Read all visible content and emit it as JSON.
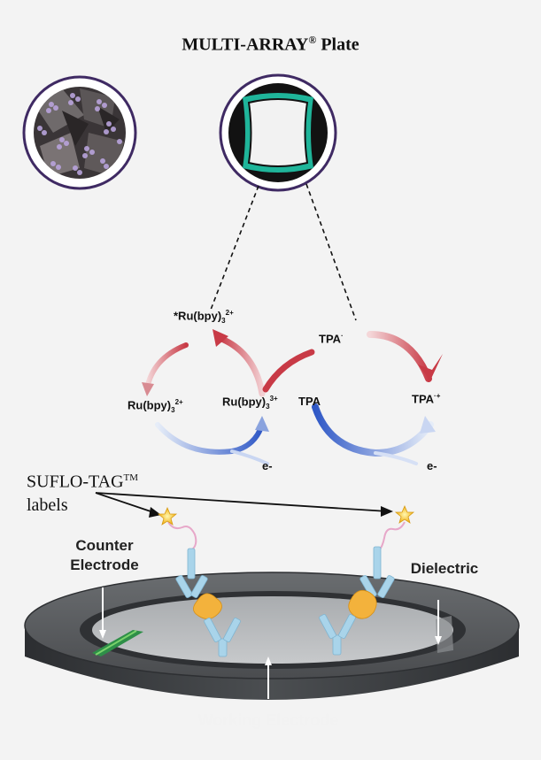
{
  "title": {
    "text": "MULTI-ARRAY",
    "reg": "®",
    "suffix": " Plate"
  },
  "cycle_left": {
    "excited": {
      "prefix": "*Ru(bpy)",
      "sub": "3",
      "sup": "2+"
    },
    "ground": {
      "prefix": "Ru(bpy)",
      "sub": "3",
      "sup": "2+"
    },
    "oxidized": {
      "prefix": "Ru(bpy)",
      "sub": "3",
      "sup": "3+"
    },
    "electron": "e-"
  },
  "cycle_right": {
    "radical": {
      "prefix": "TPA",
      "sup": "·"
    },
    "tpa": "TPA",
    "cation": {
      "prefix": "TPA",
      "sup": "·+"
    },
    "electron": "e-"
  },
  "labels_callout": {
    "line1": "SUFLO-TAG",
    "tm": "TM",
    "line2": "labels"
  },
  "electrodes": {
    "counter_line1": "Counter",
    "counter_line2": "Electrode",
    "dielectric": "Dielectric",
    "working": "Working Electrode"
  },
  "colors": {
    "ring_purple": "#3f2a63",
    "electrode_green": "#1fb59a",
    "arrow_red": "#c83a46",
    "arrow_blue": "#2f58c6",
    "star_yellow": "#f6c11d",
    "antibody_blue": "#a9d4ea",
    "antigen_orange": "#f3b23c",
    "plate_dark": "#3b3d40"
  },
  "icons": [
    "star-icon",
    "antibody-icon",
    "antigen-icon"
  ]
}
